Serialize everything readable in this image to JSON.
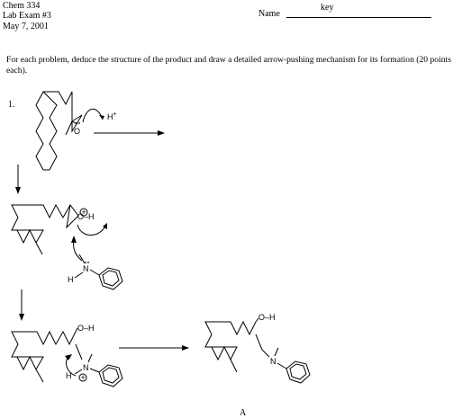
{
  "header": {
    "course": "Chem 334",
    "exam": "Lab Exam #3",
    "date": "May 7, 2001",
    "name_label": "Name",
    "name_value": "key"
  },
  "instructions": "For each problem, deduce the structure of the product and draw a detailed arrow-pushing mechanism for its formation (20 points each).",
  "problem": {
    "number": "1.",
    "product_label": "A"
  },
  "atoms": {
    "O": "O",
    "N": "N",
    "H": "H",
    "H_plus": "H",
    "plus_sup": "+",
    "O_H": "O–H",
    "plus_circle": "+"
  }
}
